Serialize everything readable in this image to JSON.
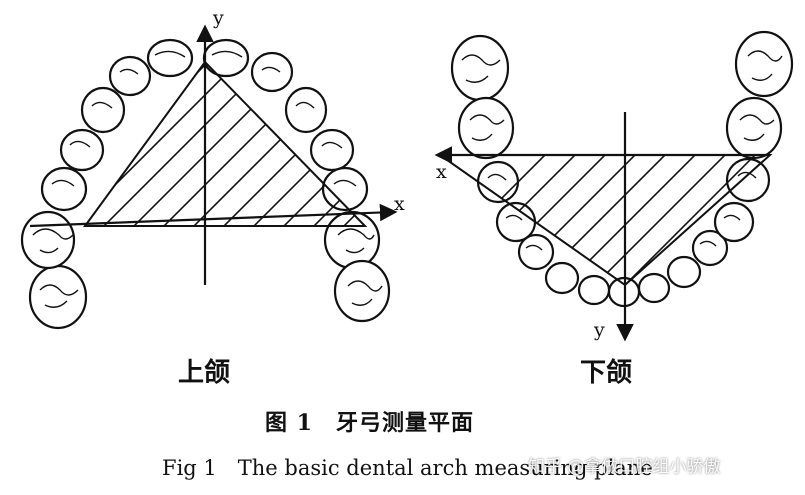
{
  "figure": {
    "upper_jaw_label": "上颌",
    "lower_jaw_label": "下颌",
    "caption_cn": "图 1　牙弓测量平面",
    "caption_en": "Fig 1　The basic dental arch measuring plane",
    "watermark": "知乎 @拿做口腔组小骄傲"
  },
  "upper_diagram": {
    "axis_x": "x",
    "axis_y": "y"
  },
  "lower_diagram": {
    "axis_x": "x",
    "axis_y": "y"
  }
}
